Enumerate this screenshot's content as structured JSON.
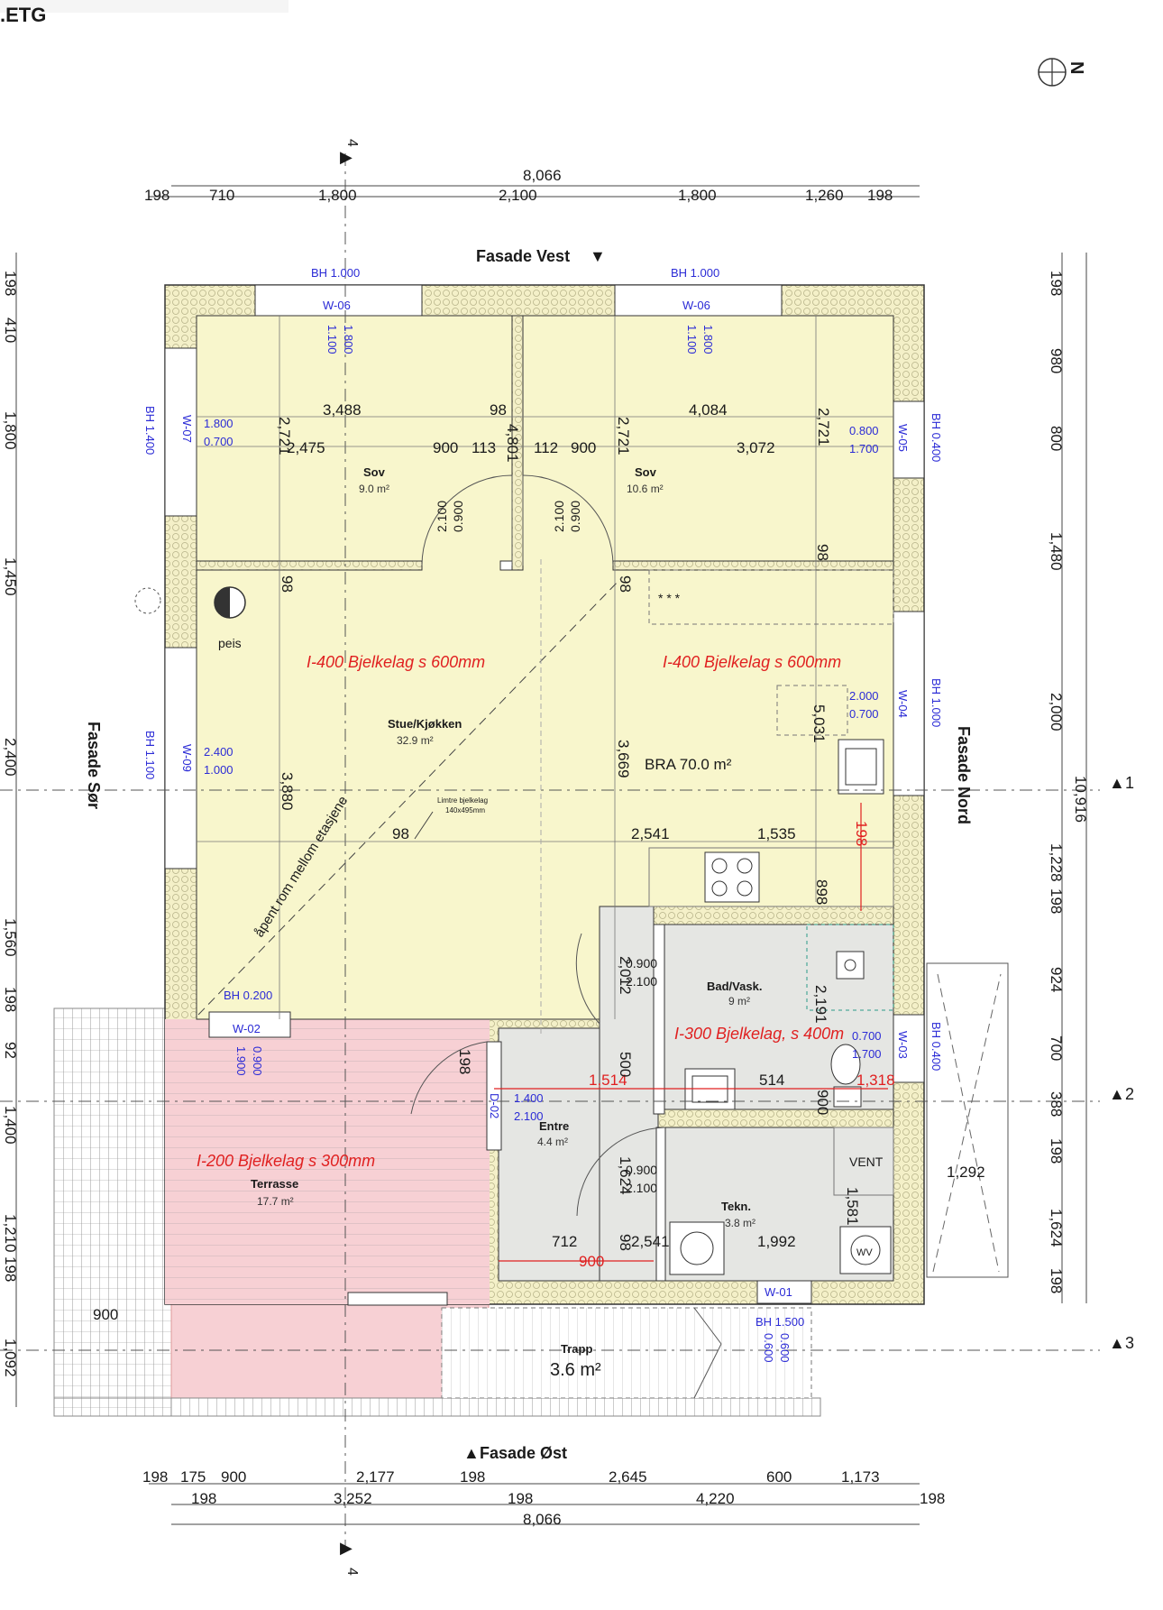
{
  "header": {
    "title": ".ETG"
  },
  "north": {
    "label": "N"
  },
  "facades": {
    "vest": "Fasade Vest",
    "nord": "Fasade Nord",
    "ost": "Fasade Øst",
    "sor": "Fasade Sør"
  },
  "sections": {
    "s4": "4",
    "s1": "1",
    "s2": "2",
    "s3": "3"
  },
  "dims": {
    "top_total": "8,066",
    "top": [
      "198",
      "710",
      "1,800",
      "2,100",
      "1,800",
      "1,260",
      "198"
    ],
    "bottom1": [
      "198",
      "175",
      "900",
      "2,177",
      "198",
      "2,645",
      "600",
      "1,173"
    ],
    "bottom2": [
      "198",
      "3,252",
      "198",
      "4,220",
      "198"
    ],
    "bottom_total": "8,066",
    "left": [
      "198",
      "410",
      "1,800",
      "1,450",
      "2,400",
      "1,560",
      "198",
      "92",
      "1,400",
      "1,210",
      "198",
      "1,092"
    ],
    "right": [
      "198",
      "980",
      "800",
      "1,480",
      "2,000",
      "10,916",
      "1,228",
      "198",
      "924",
      "700",
      "388",
      "198",
      "1,624",
      "198"
    ],
    "interior": [
      "3,488",
      "98",
      "4,084",
      "2,721",
      "2,475",
      "900",
      "113",
      "112",
      "900",
      "2,721",
      "3,072",
      "2,721",
      "98",
      "98",
      "98",
      "4,801",
      "3,880",
      "3,669",
      "5,031",
      "98",
      "2,541",
      "1,535",
      "198",
      "898",
      "2,012",
      "2,191",
      "1,514",
      "514",
      "1,318",
      "500",
      "198",
      "900",
      "1,624",
      "1,581",
      "712",
      "98",
      "2,541",
      "1,992",
      "900",
      "1,292",
      "900"
    ]
  },
  "windows": {
    "w06a": {
      "id": "W-06",
      "bh": "BH 1.000",
      "w": "1.800",
      "h": "1.100"
    },
    "w06b": {
      "id": "W-06",
      "bh": "BH 1.000",
      "w": "1.800",
      "h": "1.100"
    },
    "w07": {
      "id": "W-07",
      "bh": "BH 1.400",
      "w": "1.800",
      "h": "0.700"
    },
    "w05": {
      "id": "W-05",
      "bh": "BH 0.400",
      "w": "0.800",
      "h": "1.700"
    },
    "w09": {
      "id": "W-09",
      "bh": "BH 1.100",
      "w": "2.400",
      "h": "1.000"
    },
    "w04": {
      "id": "W-04",
      "bh": "BH 1.000",
      "w": "2.000",
      "h": "0.700"
    },
    "w02": {
      "id": "W-02",
      "bh": "BH 0.200",
      "w": "0.900",
      "h": "1.900"
    },
    "w03": {
      "id": "W-03",
      "bh": "BH 0.400",
      "w": "0.700",
      "h": "1.700"
    },
    "w01": {
      "id": "W-01",
      "bh": "BH 1.500",
      "w": "0.600",
      "h": "0.600"
    },
    "d02": {
      "id": "D-02",
      "w": "1.400",
      "h": "2.100"
    }
  },
  "doors": {
    "d_sov1": {
      "w": "0.900",
      "h": "2.100"
    },
    "d_sov2": {
      "w": "0.900",
      "h": "2.100"
    },
    "d_bad": {
      "w": "0.900",
      "h": "2.100"
    },
    "d_tekn": {
      "w": "0.900",
      "h": "2.100"
    }
  },
  "rooms": {
    "sov1": {
      "name": "Sov",
      "area": "9.0 m²"
    },
    "sov2": {
      "name": "Sov",
      "area": "10.6 m²"
    },
    "stue": {
      "name": "Stue/Kjøkken",
      "area": "32.9 m²"
    },
    "bad": {
      "name": "Bad/Vask.",
      "area": "9 m²"
    },
    "entre": {
      "name": "Entre",
      "area": "4.4 m²"
    },
    "tekn": {
      "name": "Tekn.",
      "area": "3.8 m²"
    },
    "terrasse": {
      "name": "Terrasse",
      "area": "17.7 m²"
    },
    "trapp": {
      "name": "Trapp",
      "area": "3.6 m²"
    }
  },
  "notes": {
    "bjelke1": "I-400 Bjelkelag s 600mm",
    "bjelke2": "I-400 Bjelkelag s 600mm",
    "bjelke3": "I-300 Bjelkelag, s 400m",
    "bjelke4": "I-200 Bjelkelag  s 300mm",
    "limtre": "Limtre bjelkelag",
    "limtre_dim": "140x495mm",
    "apent": "åpent rom mellom etasjene",
    "bra": "BRA 70.0 m²",
    "peis": "peis",
    "vent": "VENT",
    "wv": "WV",
    "dots": "* * *"
  },
  "colors": {
    "living": "#f8f6cc",
    "wet": "#e5e6e3",
    "terrace": "#f7d0d4",
    "insulation": "#f0ecc0",
    "red": "#e02020",
    "blue": "#2b2bd6"
  }
}
